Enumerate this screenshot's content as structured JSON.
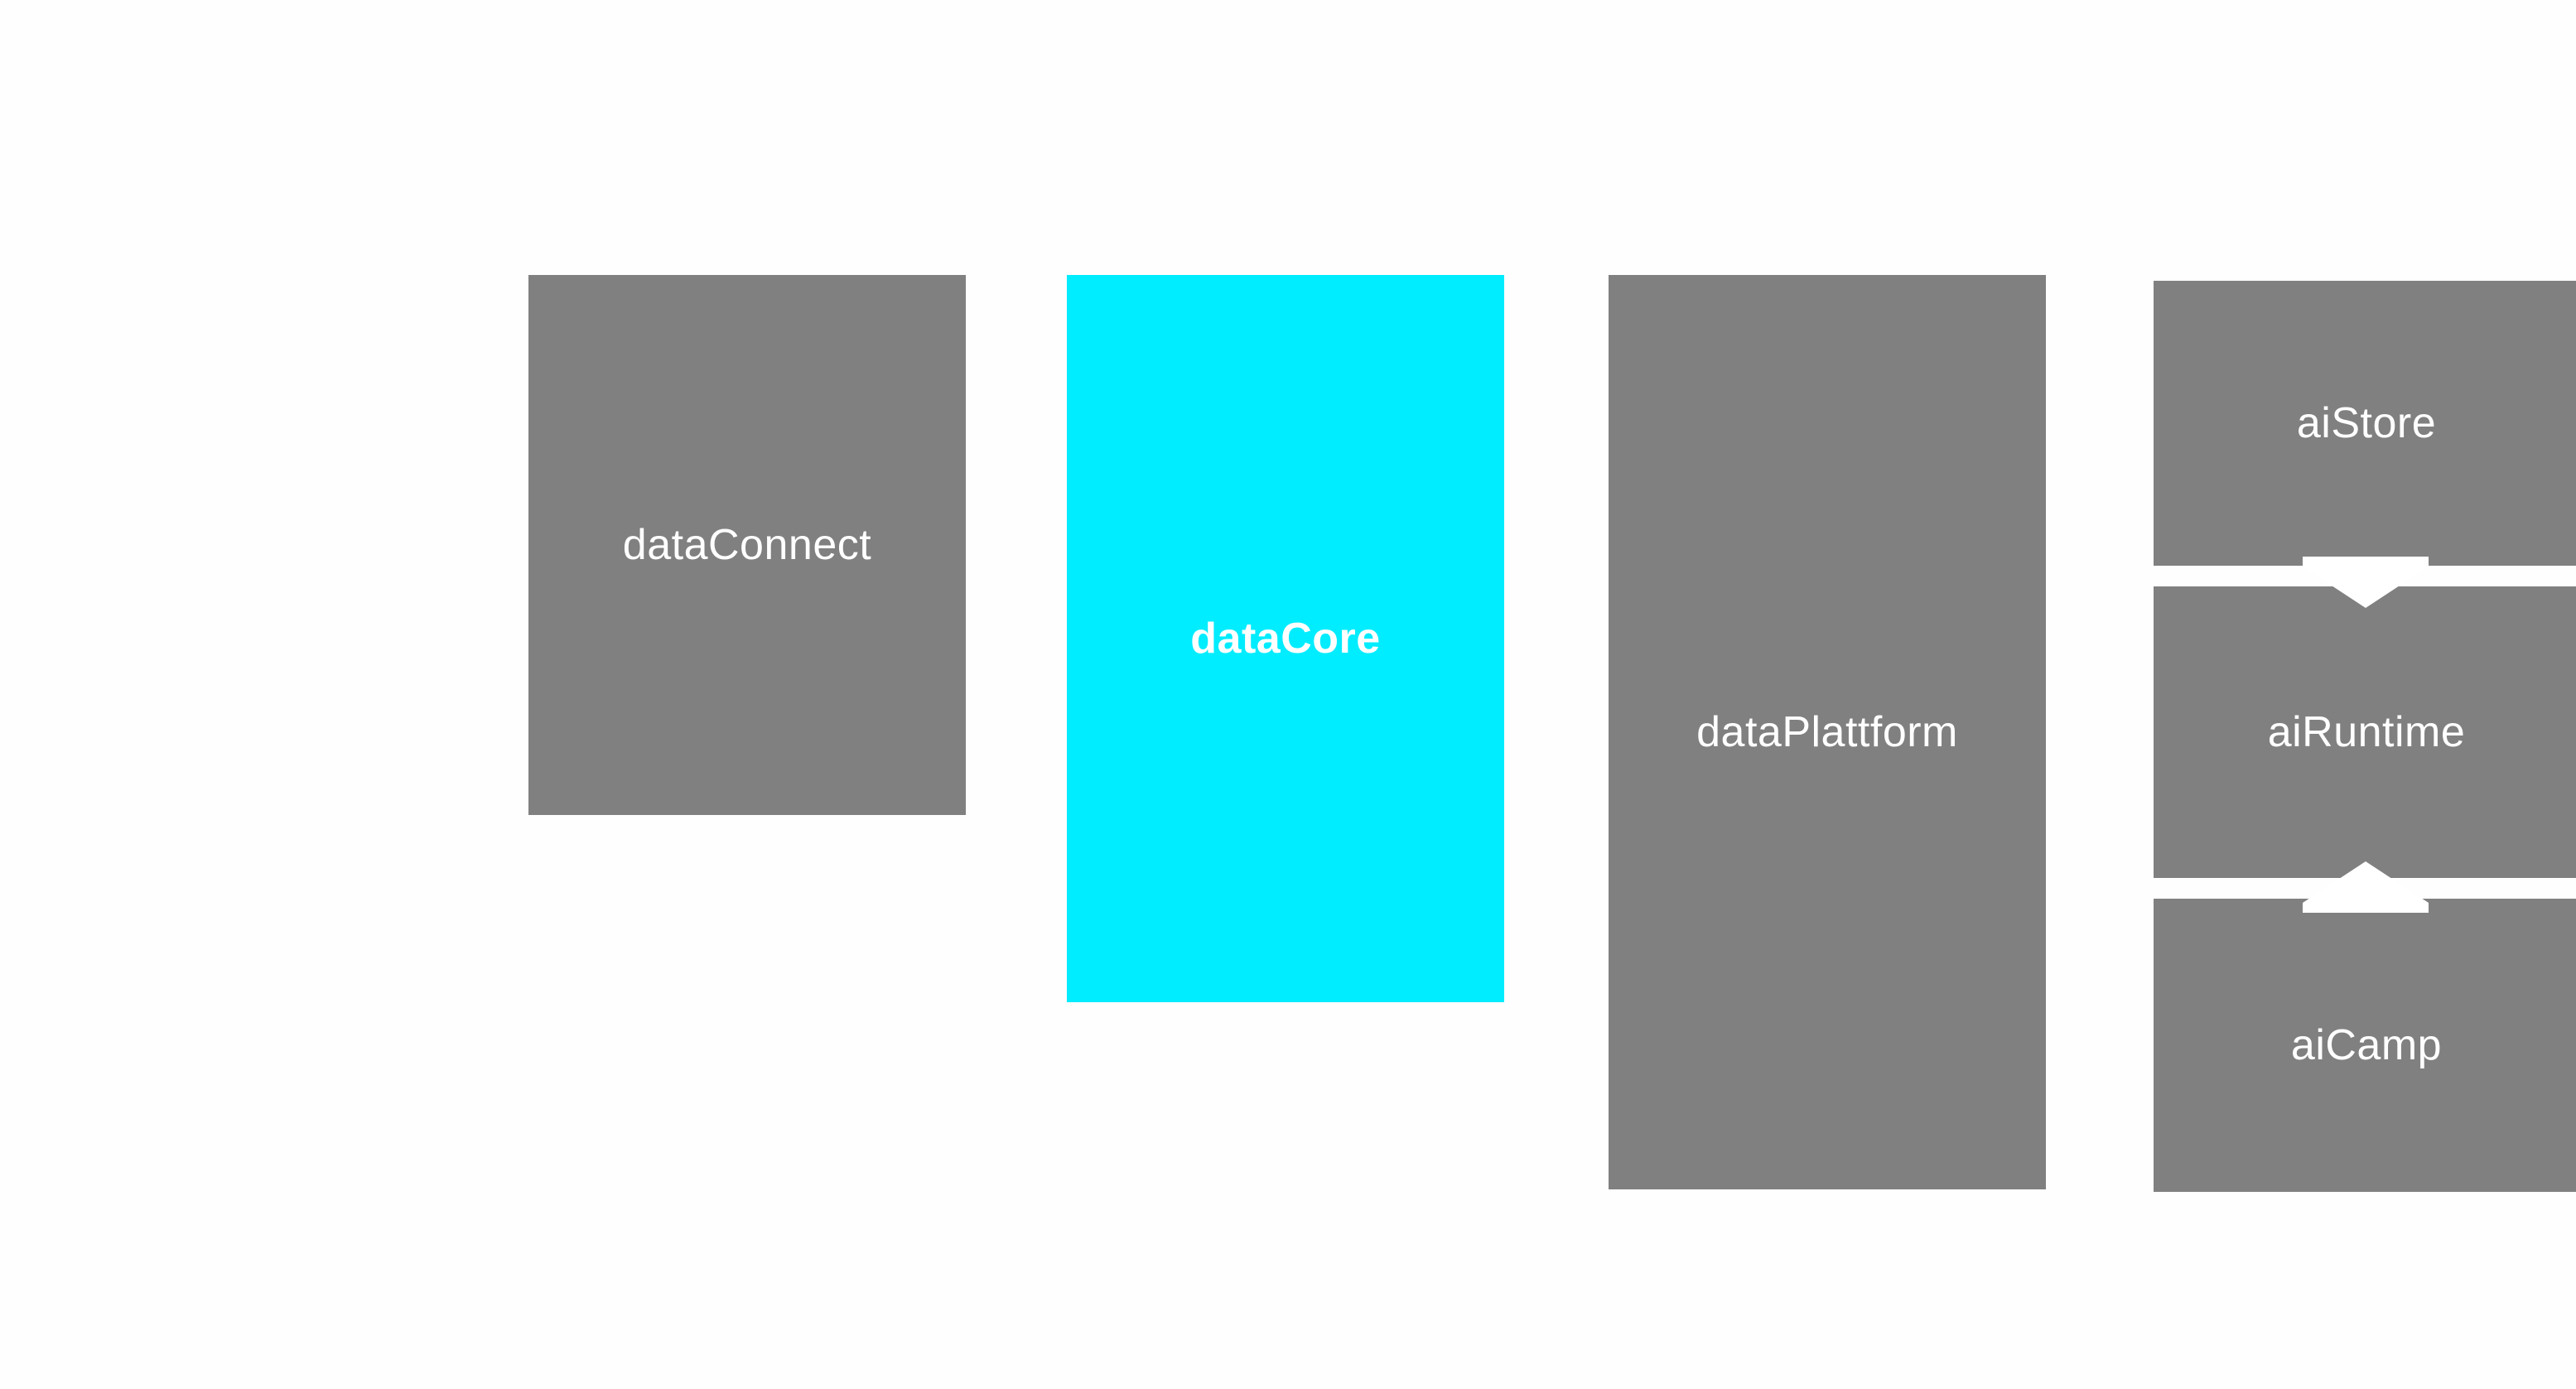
{
  "diagram": {
    "blocks": [
      {
        "id": "dataconnect",
        "label": "dataConnect",
        "color": "#808080"
      },
      {
        "id": "datacore",
        "label": "dataCore",
        "color": "#00ecff",
        "highlighted": true
      },
      {
        "id": "dataplatform",
        "label": "dataPlattform",
        "color": "#808080"
      },
      {
        "id": "aistore",
        "label": "aiStore",
        "color": "#808080"
      },
      {
        "id": "airuntime",
        "label": "aiRuntime",
        "color": "#808080"
      },
      {
        "id": "aicamp",
        "label": "aiCamp",
        "color": "#808080"
      }
    ],
    "connectors": [
      {
        "from": "aistore",
        "to": "airuntime",
        "direction": "down",
        "icon": "arrow-down-icon"
      },
      {
        "from": "aicamp",
        "to": "airuntime",
        "direction": "up",
        "icon": "arrow-up-icon"
      }
    ]
  }
}
